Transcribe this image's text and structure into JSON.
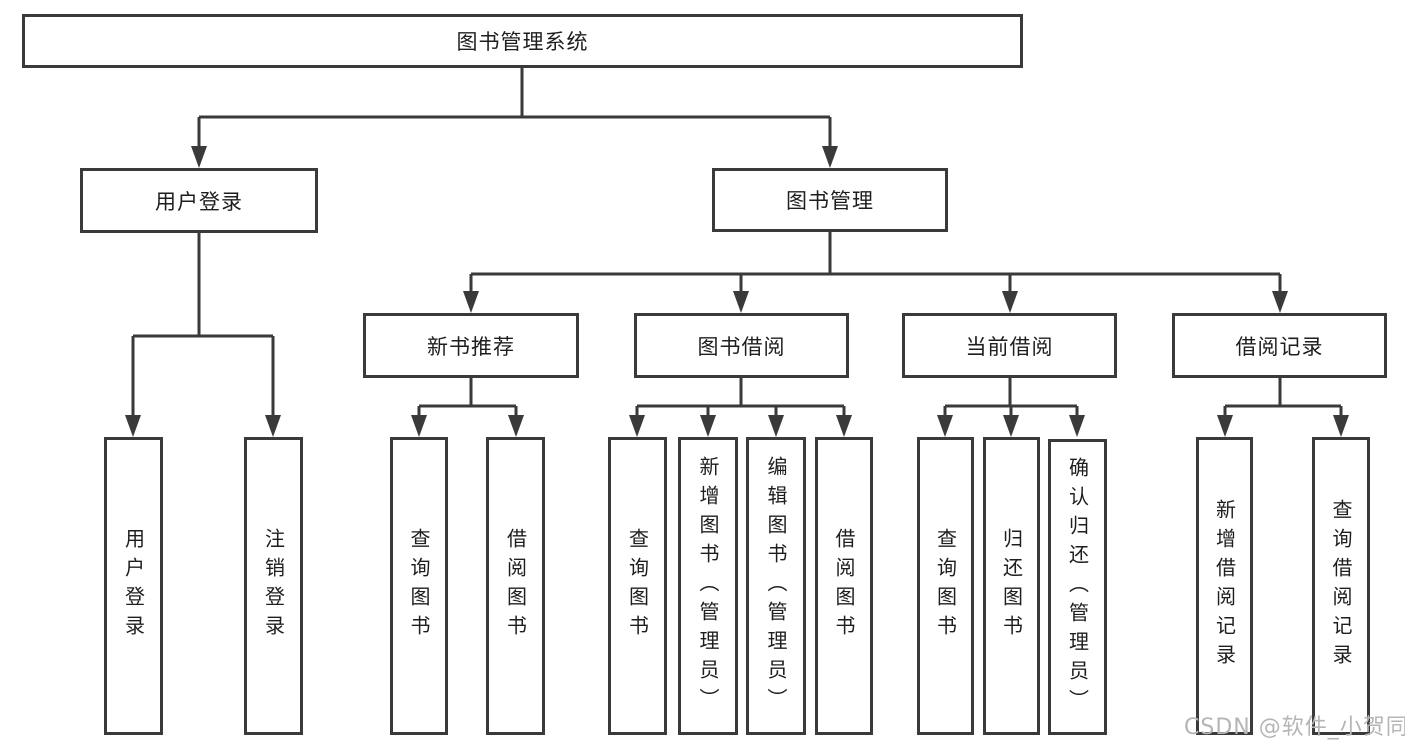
{
  "title": "图书管理系统",
  "watermark": "CSDN @软件_小贺同学",
  "colors": {
    "line": "#3a3a3a",
    "box_border": "#3a3a3a",
    "box_background": "#ffffff",
    "text": "#1e1e1e",
    "watermark_text": "#b5b5b5"
  },
  "root": {
    "label": "图书管理系统"
  },
  "branches": [
    {
      "label": "用户登录",
      "children": [
        {
          "label": "用户登录"
        },
        {
          "label": "注销登录"
        }
      ]
    },
    {
      "label": "图书管理",
      "children": [
        {
          "label": "新书推荐",
          "children": [
            {
              "label": "查询图书"
            },
            {
              "label": "借阅图书"
            }
          ]
        },
        {
          "label": "图书借阅",
          "children": [
            {
              "label": "查询图书"
            },
            {
              "label": "新增图书（管理员）"
            },
            {
              "label": "编辑图书（管理员）"
            },
            {
              "label": "借阅图书"
            }
          ]
        },
        {
          "label": "当前借阅",
          "children": [
            {
              "label": "查询图书"
            },
            {
              "label": "归还图书"
            },
            {
              "label": "确认归还（管理员）"
            }
          ]
        },
        {
          "label": "借阅记录",
          "children": [
            {
              "label": "新增借阅记录"
            },
            {
              "label": "查询借阅记录"
            }
          ]
        }
      ]
    }
  ]
}
